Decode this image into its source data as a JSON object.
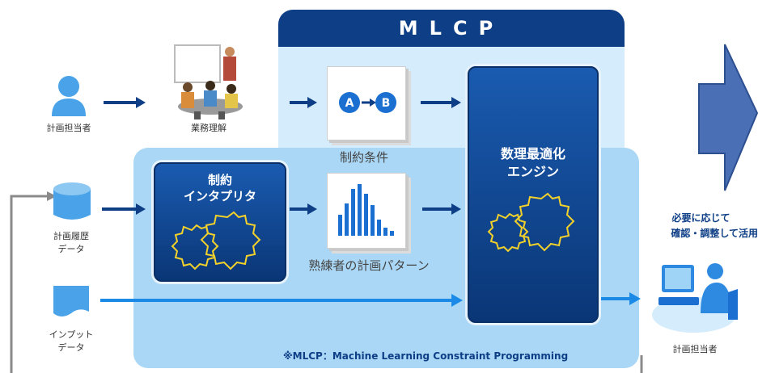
{
  "diagram": {
    "mlcp_title": "MLCP",
    "actors": {
      "planner_top": "計画担当者",
      "business_understanding": "業務理解",
      "history_data_line1": "計画履歴",
      "history_data_line2": "データ",
      "input_data_line1": "インプット",
      "input_data_line2": "データ",
      "planner_right": "計画担当者"
    },
    "boxes": {
      "interpreter_line1": "制約",
      "interpreter_line2": "インタプリタ",
      "engine_line1": "数理最適化",
      "engine_line2": "エンジン"
    },
    "cards": {
      "constraint_label": "制約条件",
      "pattern_label": "熟練者の計画パターン",
      "node_a": "A",
      "node_b": "B"
    },
    "right_note_line1": "必要に応じて",
    "right_note_line2": "確認・調整して活用",
    "footnote": "※MLCP：Machine Learning Constraint Programming",
    "colors": {
      "navy": "#0d3e86",
      "mid_blue": "#1a6fd0",
      "light_panel": "#d4ecfb",
      "inner_panel": "#aad7f5",
      "gear": "#f2d12b",
      "arrow_big": "#4a6fb5"
    }
  }
}
